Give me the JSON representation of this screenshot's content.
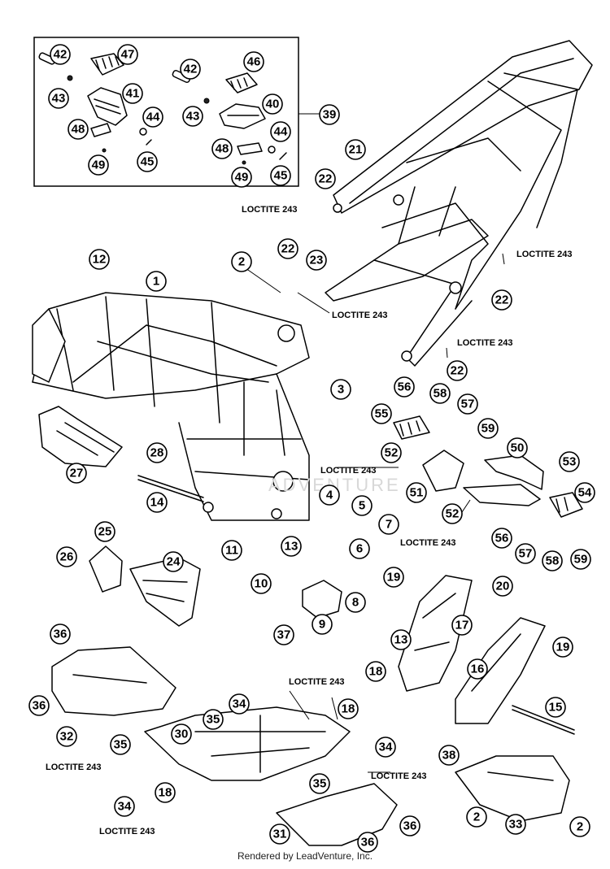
{
  "callouts": [
    "42",
    "47",
    "43",
    "41",
    "44",
    "48",
    "45",
    "49",
    "42",
    "46",
    "43",
    "40",
    "44",
    "48",
    "45",
    "49",
    "39",
    "21",
    "22",
    "12",
    "1",
    "2",
    "22",
    "23",
    "22",
    "22",
    "3",
    "56",
    "58",
    "57",
    "55",
    "59",
    "27",
    "28",
    "50",
    "52",
    "53",
    "14",
    "4",
    "5",
    "51",
    "54",
    "52",
    "7",
    "6",
    "25",
    "26",
    "24",
    "11",
    "13",
    "10",
    "56",
    "57",
    "58",
    "59",
    "8",
    "9",
    "19",
    "20",
    "17",
    "19",
    "13",
    "18",
    "16",
    "36",
    "37",
    "36",
    "18",
    "15",
    "34",
    "35",
    "32",
    "30",
    "34",
    "38",
    "35",
    "18",
    "34",
    "2",
    "2",
    "35",
    "36",
    "31",
    "36",
    "33"
  ],
  "loctite_label": "LOCTITE 243",
  "watermark": "ADVENTURE",
  "footer": "Rendered by LeadVenture, Inc."
}
